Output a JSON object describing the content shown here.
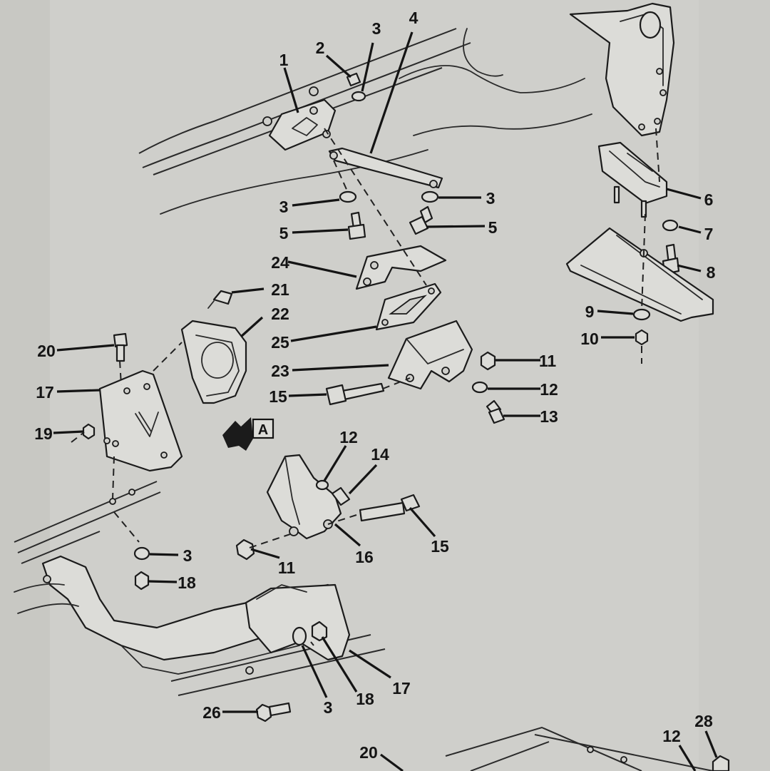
{
  "view_marker": {
    "label": "A"
  },
  "callouts": [
    {
      "id": "c1",
      "label": "1"
    },
    {
      "id": "c2",
      "label": "2"
    },
    {
      "id": "c3a",
      "label": "3"
    },
    {
      "id": "c4",
      "label": "4"
    },
    {
      "id": "c3b",
      "label": "3"
    },
    {
      "id": "c5a",
      "label": "5"
    },
    {
      "id": "c3c",
      "label": "3"
    },
    {
      "id": "c5b",
      "label": "5"
    },
    {
      "id": "c6",
      "label": "6"
    },
    {
      "id": "c7",
      "label": "7"
    },
    {
      "id": "c8",
      "label": "8"
    },
    {
      "id": "c9",
      "label": "9"
    },
    {
      "id": "c10",
      "label": "10"
    },
    {
      "id": "c24",
      "label": "24"
    },
    {
      "id": "c21",
      "label": "21"
    },
    {
      "id": "c22",
      "label": "22"
    },
    {
      "id": "c25",
      "label": "25"
    },
    {
      "id": "c23",
      "label": "23"
    },
    {
      "id": "c11a",
      "label": "11"
    },
    {
      "id": "c12a",
      "label": "12"
    },
    {
      "id": "c13",
      "label": "13"
    },
    {
      "id": "c15a",
      "label": "15"
    },
    {
      "id": "c20a",
      "label": "20"
    },
    {
      "id": "c17a",
      "label": "17"
    },
    {
      "id": "c19",
      "label": "19"
    },
    {
      "id": "c12b",
      "label": "12"
    },
    {
      "id": "c14",
      "label": "14"
    },
    {
      "id": "c15b",
      "label": "15"
    },
    {
      "id": "c16",
      "label": "16"
    },
    {
      "id": "c11b",
      "label": "11"
    },
    {
      "id": "c3d",
      "label": "3"
    },
    {
      "id": "c18a",
      "label": "18"
    },
    {
      "id": "c17b",
      "label": "17"
    },
    {
      "id": "c18b",
      "label": "18"
    },
    {
      "id": "c3e",
      "label": "3"
    },
    {
      "id": "c26",
      "label": "26"
    },
    {
      "id": "c20b",
      "label": "20"
    },
    {
      "id": "c12c",
      "label": "12"
    },
    {
      "id": "c28",
      "label": "28"
    }
  ]
}
